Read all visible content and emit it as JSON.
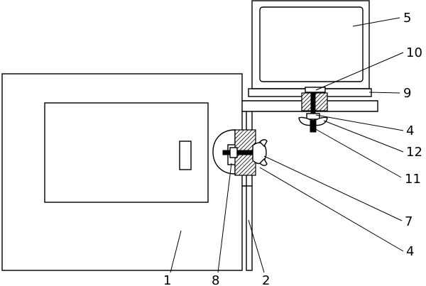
{
  "labels": {
    "l1": "1",
    "l2": "2",
    "l4a": "4",
    "l4b": "4",
    "l5": "5",
    "l7": "7",
    "l8": "8",
    "l9": "9",
    "l10": "10",
    "l11": "11",
    "l12": "12"
  }
}
